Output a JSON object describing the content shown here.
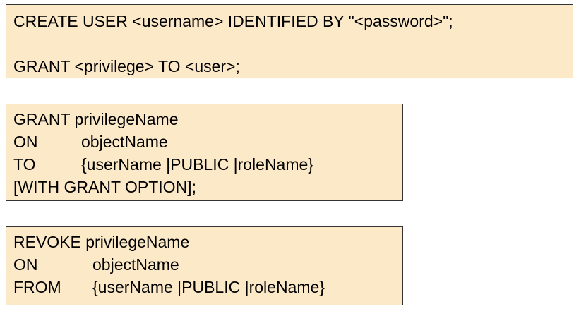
{
  "colors": {
    "box_fill": "#fce9c8",
    "box_border": "#333333"
  },
  "create_user_box": {
    "create_line": "CREATE USER <username> IDENTIFIED BY \"<password>\";",
    "grant_line": "GRANT <privilege> TO <user>;"
  },
  "grant_box": {
    "line1": "GRANT privilegeName",
    "on_keyword": "ON",
    "on_value": "objectName",
    "to_keyword": "TO",
    "to_value": "{userName |PUBLIC |roleName}",
    "line4": "[WITH GRANT OPTION];"
  },
  "revoke_box": {
    "line1": "REVOKE privilegeName",
    "on_keyword": "ON",
    "on_value": "objectName",
    "from_keyword": "FROM",
    "from_value": "{userName |PUBLIC |roleName}"
  }
}
